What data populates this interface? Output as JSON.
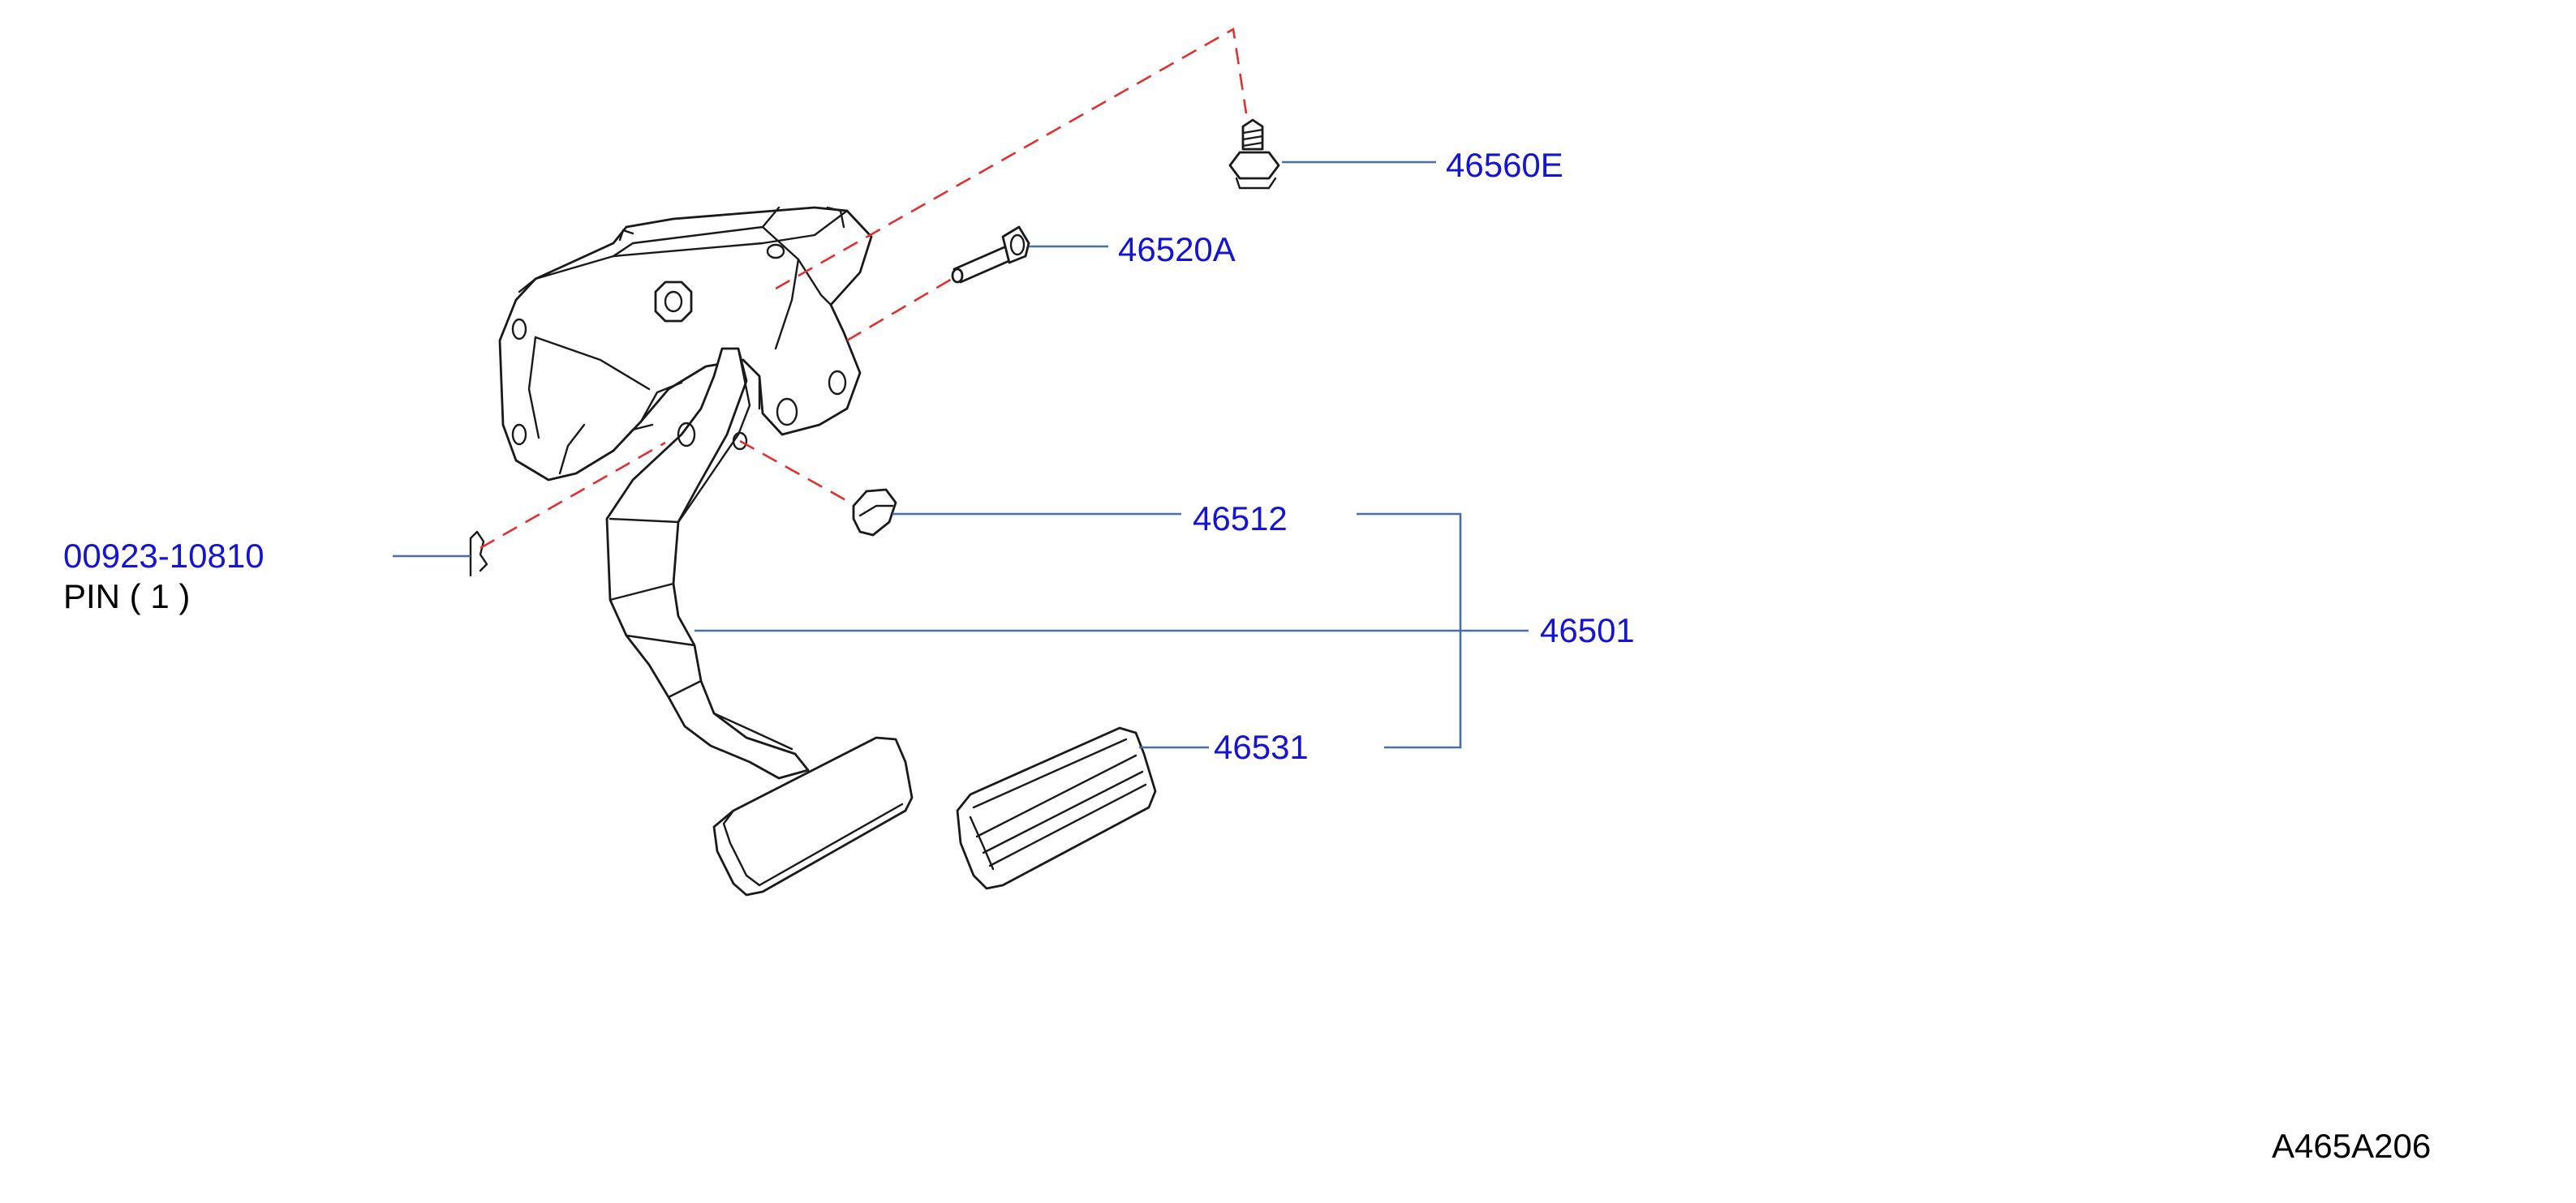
{
  "labels": {
    "bolt": "46560E",
    "pivot_pin": "46520A",
    "stopper": "46512",
    "pedal_assy": "46501",
    "pad": "46531",
    "clip_part": "00923-10810",
    "clip_desc": "PIN ( 1 )"
  },
  "diagram_code": "A465A206",
  "colors": {
    "part_number": "#1414d2",
    "leader_line": "#4a6fa5",
    "dashed_line": "#e03030"
  }
}
